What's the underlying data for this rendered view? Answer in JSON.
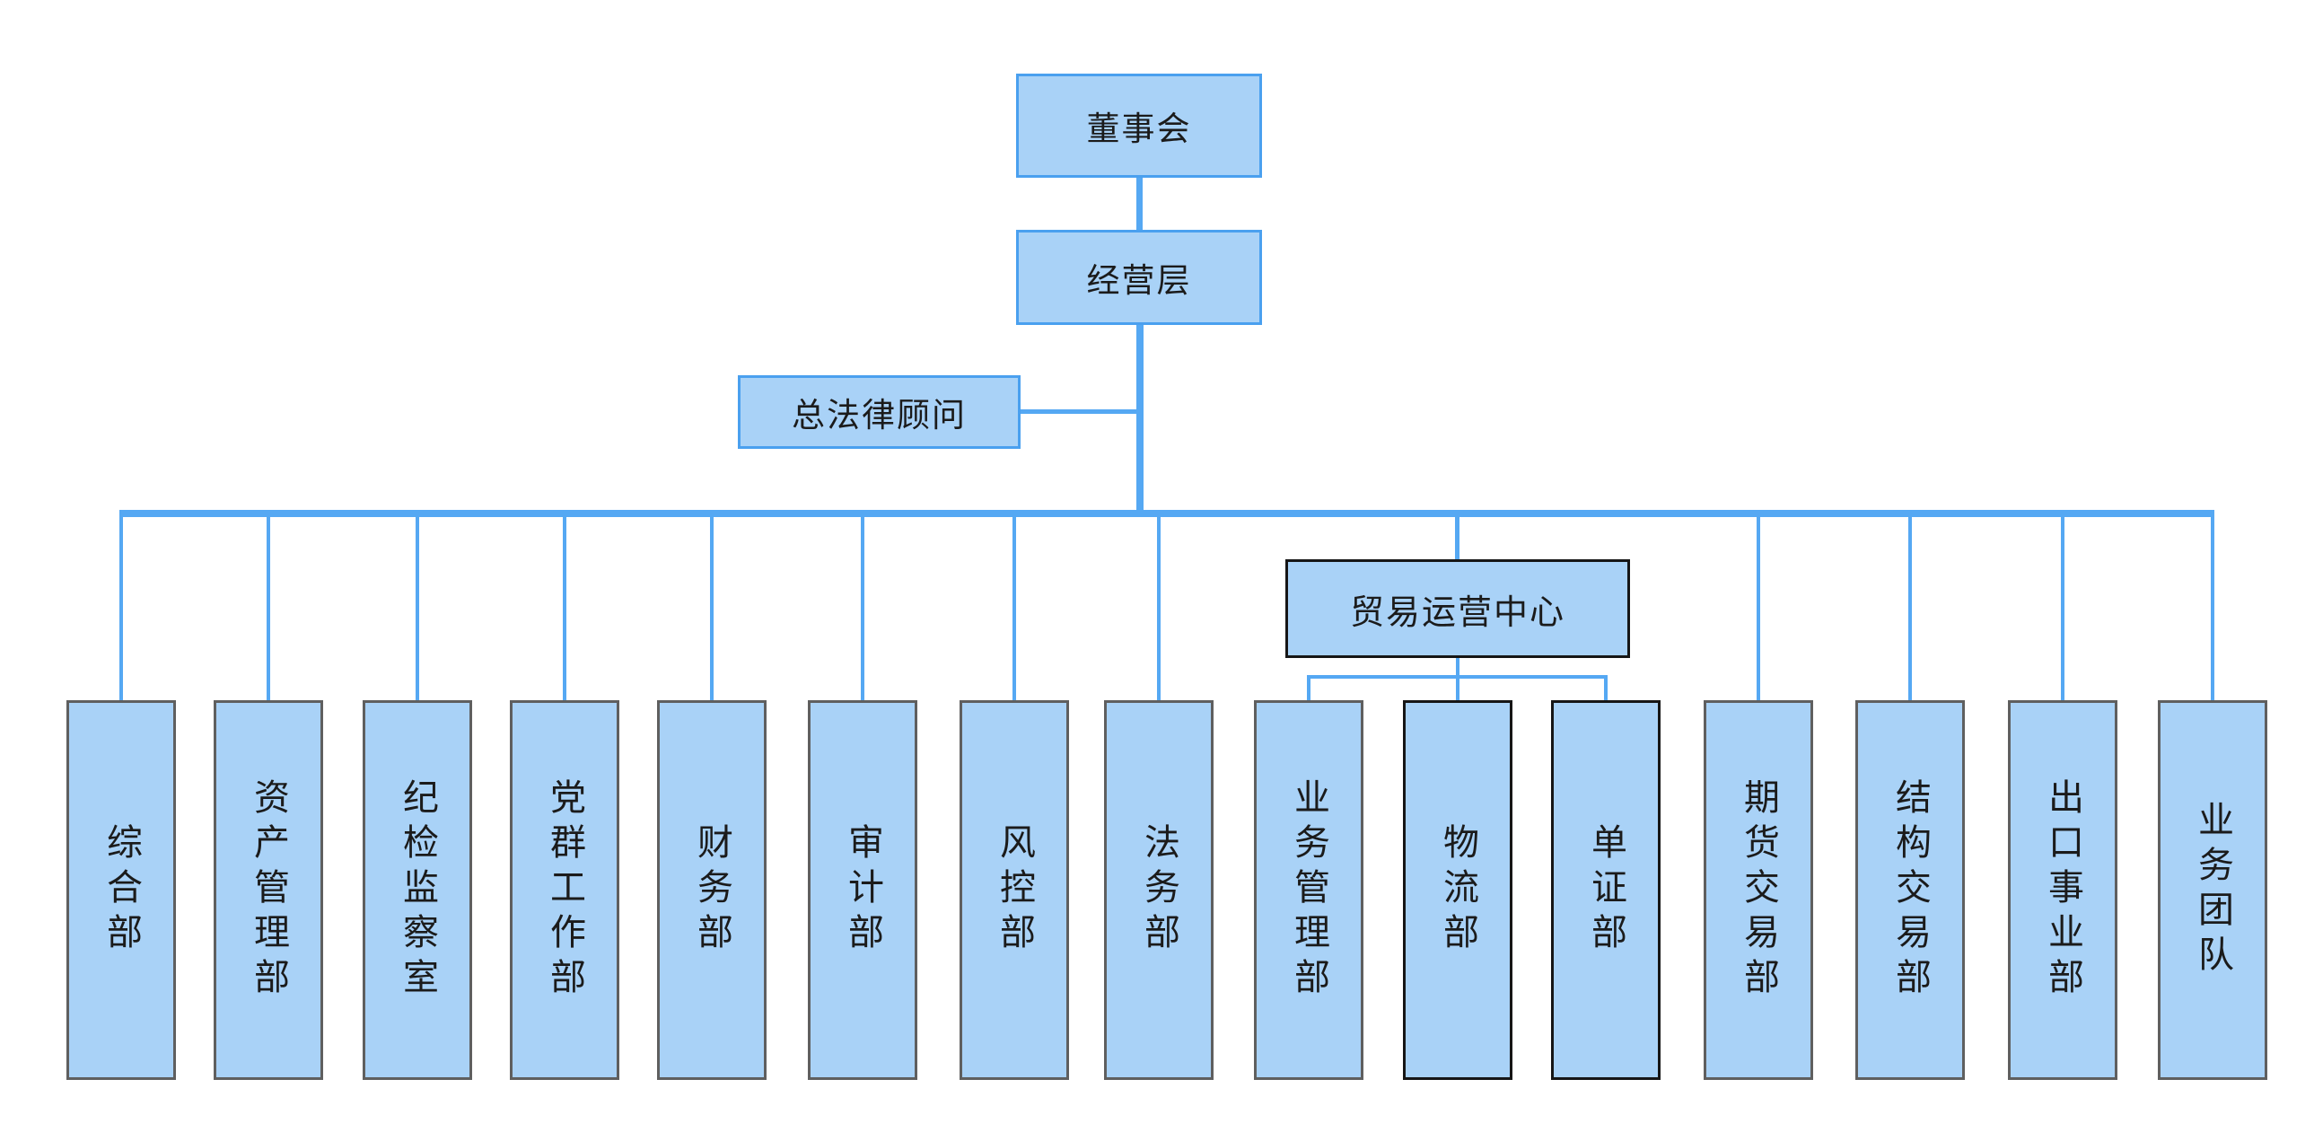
{
  "colors": {
    "node_fill": "#a9d2f7",
    "blue_border": "#4aa0ef",
    "gray_border": "#5f5f5f",
    "black_border": "#161616",
    "connector": "#55a8f3",
    "text": "#1b1b1b",
    "background": "#ffffff"
  },
  "nodes": {
    "board": {
      "label": "董事会"
    },
    "management": {
      "label": "经营层"
    },
    "legal_counsel": {
      "label": "总法律顾问"
    },
    "trade_center": {
      "label": "贸易运营中心",
      "border": "black",
      "parent": "management"
    }
  },
  "departments": [
    {
      "label": "综合部",
      "border": "gray",
      "parent": "management"
    },
    {
      "label": "资产管理部",
      "border": "gray",
      "parent": "management"
    },
    {
      "label": "纪检监察室",
      "border": "gray",
      "parent": "management"
    },
    {
      "label": "党群工作部",
      "border": "gray",
      "parent": "management"
    },
    {
      "label": "财务部",
      "border": "gray",
      "parent": "management"
    },
    {
      "label": "审计部",
      "border": "gray",
      "parent": "management"
    },
    {
      "label": "风控部",
      "border": "gray",
      "parent": "management"
    },
    {
      "label": "法务部",
      "border": "gray",
      "parent": "management"
    },
    {
      "label": "业务管理部",
      "border": "gray",
      "parent": "trade_center"
    },
    {
      "label": "物流部",
      "border": "black",
      "parent": "trade_center"
    },
    {
      "label": "单证部",
      "border": "black",
      "parent": "trade_center"
    },
    {
      "label": "期货交易部",
      "border": "gray",
      "parent": "management"
    },
    {
      "label": "结构交易部",
      "border": "gray",
      "parent": "management"
    },
    {
      "label": "出口事业部",
      "border": "gray",
      "parent": "management"
    },
    {
      "label": "业务团队",
      "border": "gray",
      "parent": "management"
    }
  ]
}
